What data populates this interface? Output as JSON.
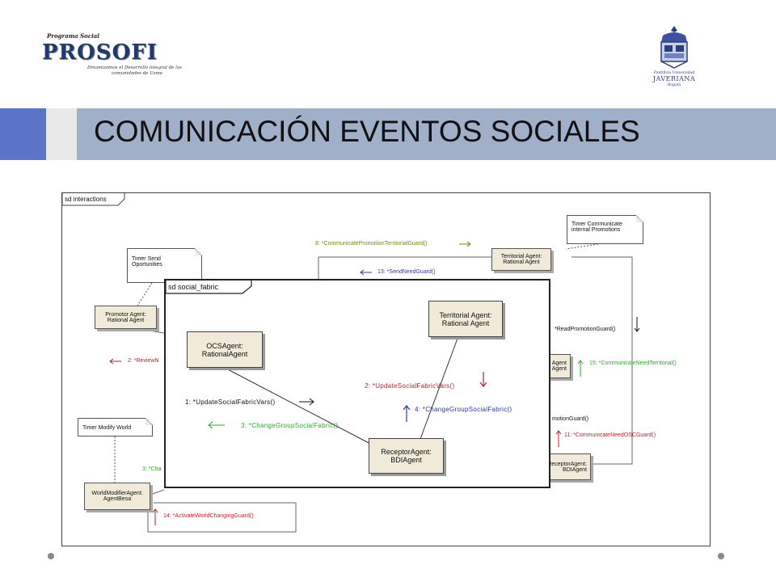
{
  "header": {
    "left_logo": {
      "top_text": "Programa Social",
      "name": "PROSOFI",
      "line1": "Dinamizamos el Desarrollo integral de las",
      "line2": "comunidades de Usme"
    },
    "right_logo": {
      "line1": "Pontificia Universidad",
      "name": "JAVERIANA",
      "line2": "Bogotá"
    },
    "title": "COMUNICACIÓN EVENTOS SOCIALES"
  },
  "outer_frame": {
    "label": "sd interactions",
    "objects": {
      "promotor": [
        "Promotor Agent:",
        "Rational Agent"
      ],
      "territorial": [
        "Territorial Agent:",
        "Rational Agent"
      ],
      "mid_right": [
        "Agent",
        "Agent"
      ],
      "receptor_right": [
        "ReceptorAgent:",
        "BDIAgent"
      ],
      "world_modifier": [
        "WorldModifierAgent:",
        "AgentBesa"
      ]
    },
    "notes": {
      "timer_send": [
        "Timer Send",
        "Oportunities"
      ],
      "timer_communicate": [
        "Timer Communicate",
        "internal Promotions"
      ],
      "timer_modify": [
        "Timer Modify World"
      ]
    },
    "messages": {
      "m8": "8: *CommunicatePromotionTerritorialGuard()",
      "m13": "13: *SendNeedGuard()",
      "m2": "2: *ReviewN",
      "read_promo": "*ReadPromotionGuard()",
      "m15": "15: *CommunicateNeedTerritorial()",
      "promo_guard": "motionGuard()",
      "m11": "11: *CommunicateNeedOSCGuard()",
      "m3": "3: *Cha",
      "m14": "14: *ActivateWorldChangingGuard()"
    }
  },
  "inner_frame": {
    "label": "sd social_fabric",
    "objects": {
      "ocs": [
        "OCSAgent:",
        "RationalAgent"
      ],
      "territorial": [
        "Territorial Agent:",
        "Rational Agent"
      ],
      "receptor": [
        "ReceptorAgent:",
        "BDIAgent"
      ]
    },
    "messages": {
      "m1": "1: *UpdateSocialFabricVars()",
      "m2": "2: *UpdateSocialFabricVars()",
      "m3": "3: *ChangeGroupSocialFabric()",
      "m4": "4: *ChangeGroupSocialFabric()"
    }
  },
  "colors": {
    "band": "#a1b0c9",
    "band_accent": "#5b74c7",
    "object_fill": "#f1ead9",
    "msg_red": "#c0202a",
    "msg_green": "#2aaa2a",
    "msg_olive": "#6c8a1a",
    "msg_blue": "#2a3aa0"
  }
}
